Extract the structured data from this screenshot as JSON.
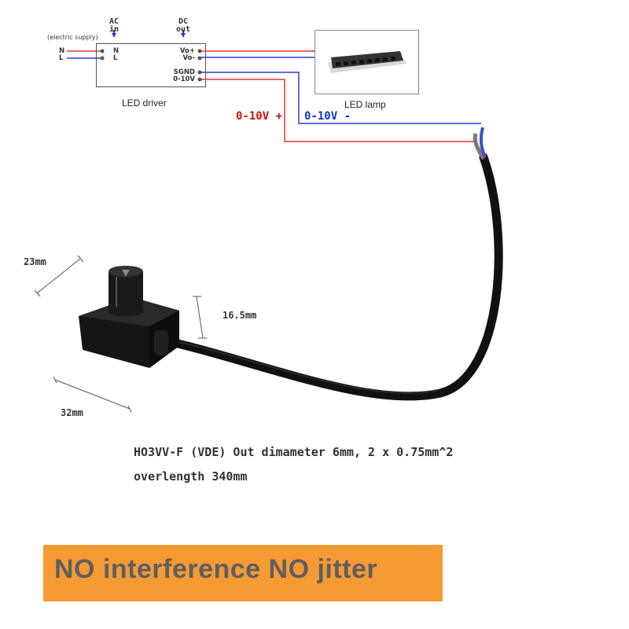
{
  "wiring_diagram": {
    "supply_label": "(electric supply)",
    "inputs": [
      "N",
      "L"
    ],
    "ac_header": {
      "line1": "AC",
      "line2": "in"
    },
    "dc_header": {
      "line1": "DC",
      "line2": "out"
    },
    "driver_terminals_left": [
      "N",
      "L"
    ],
    "driver_terminals_right": [
      "Vo+",
      "Vo-",
      "SGND",
      "0-10V"
    ],
    "driver_caption": "LED driver",
    "lamp_caption": "LED lamp",
    "signal_plus_label": "0-10V +",
    "signal_minus_label": "0-10V -",
    "colors": {
      "red_wire": "#e8333a",
      "blue_wire": "#2d39e0",
      "label_red": "#cc1111",
      "label_blue": "#1133cc"
    }
  },
  "product": {
    "dimensions": {
      "width": "23mm",
      "height": "16.5mm",
      "length": "32mm"
    }
  },
  "specs": {
    "line1": "HO3VV-F (VDE)  Out dimameter 6mm, 2 x 0.75mm^2",
    "line2": "overlength 340mm"
  },
  "banner": {
    "text": "NO interference NO jitter",
    "bg_color": "#f69a33",
    "text_color": "#5f5f5f"
  }
}
